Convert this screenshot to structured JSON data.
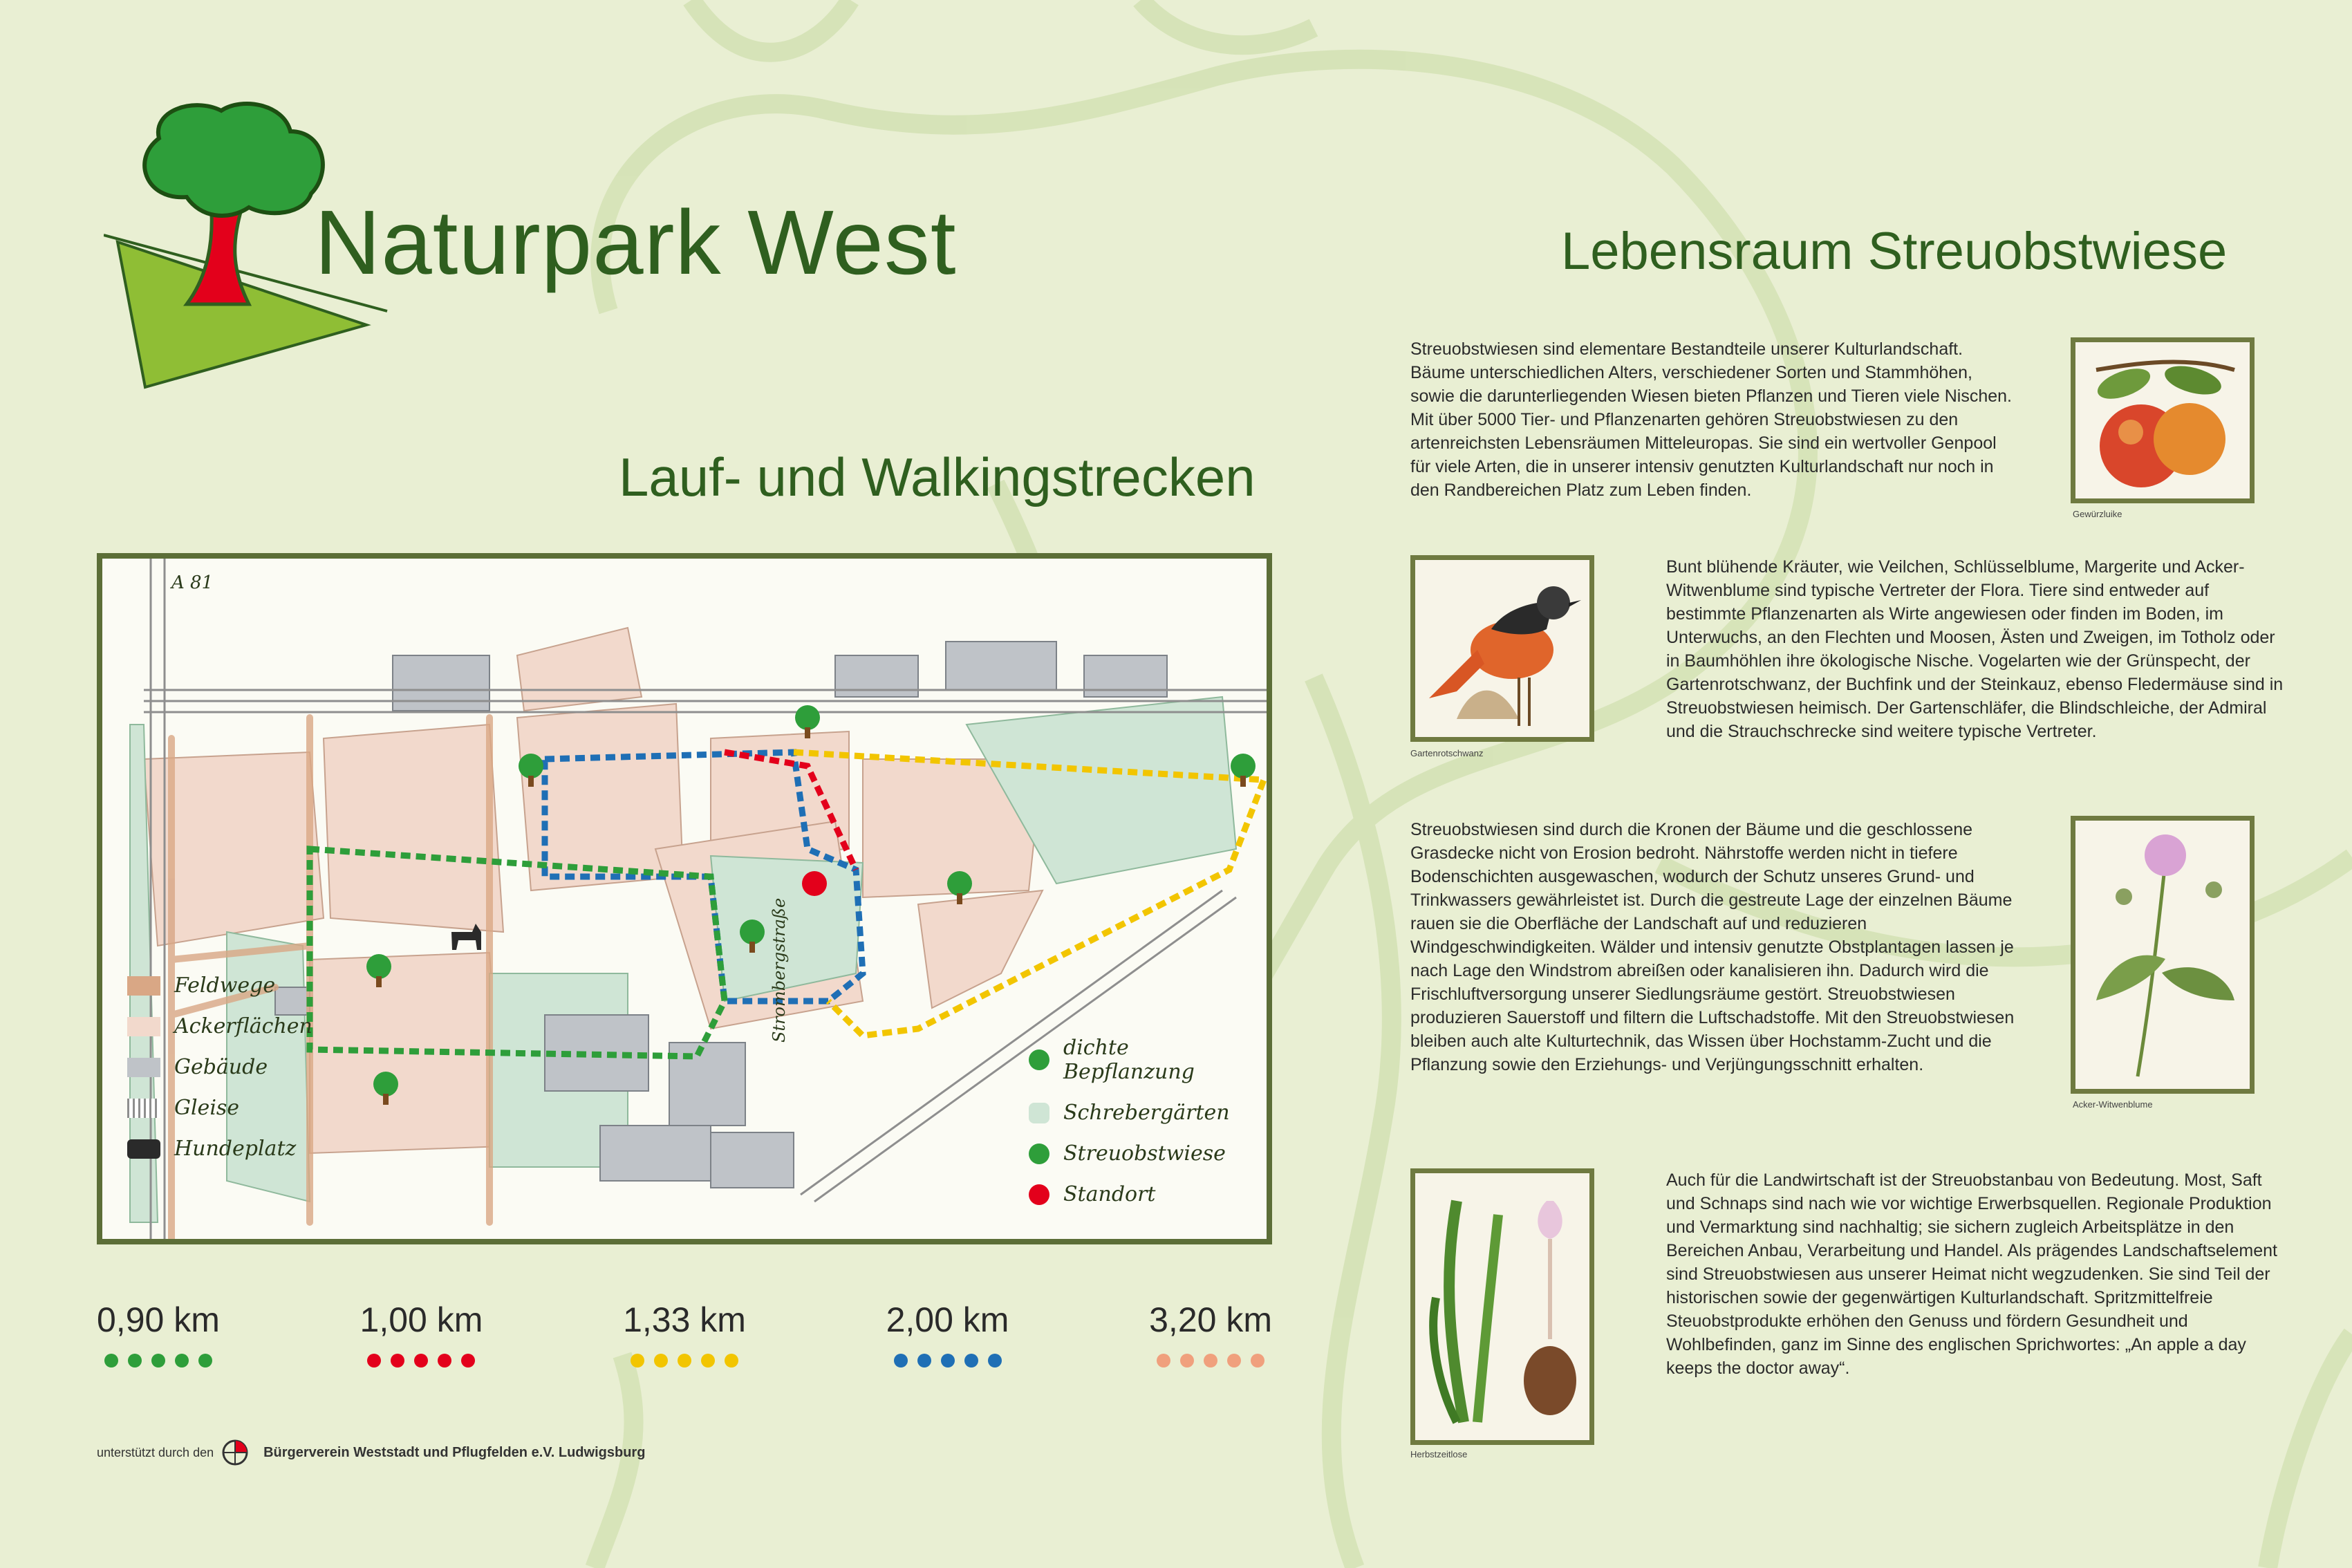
{
  "brand": {
    "name": "Naturpark West"
  },
  "topic": {
    "title": "Lebensraum Streuobstwiese"
  },
  "section": {
    "title": "Lauf- und Walkingstrecken"
  },
  "map": {
    "legend_left": [
      "Feldwege",
      "Ackerflächen",
      "Gebäude",
      "Gleise",
      "Hundeplatz"
    ],
    "legend_right": [
      "dichte Bepflanzung",
      "Schrebergärten",
      "Streuobstwiese",
      "Standort"
    ],
    "labels": {
      "highway": "A 81",
      "street": "Strombergstraße"
    },
    "colors": {
      "feldwege": "#d9a785",
      "acker": "#f2d9cc",
      "gebaeude": "#bfc3c8",
      "gleise": "#9e9e9e",
      "standort": "#e3001b"
    }
  },
  "distances": [
    {
      "label": "0,90 km",
      "color": "#2e9e3a"
    },
    {
      "label": "1,00 km",
      "color": "#e3001b"
    },
    {
      "label": "1,33 km",
      "color": "#f2c500"
    },
    {
      "label": "2,00 km",
      "color": "#1f6fb5"
    },
    {
      "label": "3,20 km",
      "color": "#f0a07d"
    }
  ],
  "sponsor": {
    "prefix": "unterstützt durch den",
    "org": "Bürgerverein Weststadt und Pflugfelden e.V. Ludwigsburg"
  },
  "texts": {
    "p1": "Streuobstwiesen sind elementare Bestandteile unserer Kulturlandschaft. Bäume unterschiedlichen Alters, verschiedener Sorten und Stammhöhen, sowie die darunterliegenden Wiesen bieten Pflanzen und Tieren viele Nischen. Mit über 5000 Tier- und Pflanzenarten gehören Streuobstwiesen zu den artenreichsten Lebensräumen Mitteleuropas. Sie sind ein wertvoller Genpool für viele Arten, die in unserer intensiv genutzten Kulturlandschaft nur noch in den Randbereichen Platz zum Leben finden.",
    "p2": "Bunt blühende Kräuter, wie Veilchen, Schlüsselblume, Margerite und Acker-Witwenblume sind typische Vertreter der Flora. Tiere sind entweder auf bestimmte Pflanzenarten als Wirte angewiesen oder finden im Boden, im Unterwuchs, an den Flechten und Moosen, Ästen und Zweigen, im Totholz oder in Baumhöhlen ihre ökologische Nische. Vogelarten wie der Grünspecht, der Gartenrotschwanz, der Buchfink und der Steinkauz, ebenso Fledermäuse sind in Streuobstwiesen heimisch. Der Gartenschläfer, die Blindschleiche, der Admiral und die Strauchschrecke sind weitere typische Vertreter.",
    "p3": "Streuobstwiesen sind durch die Kronen der Bäume und die geschlossene Grasdecke nicht von Erosion bedroht. Nährstoffe werden nicht in tiefere Bodenschichten ausgewaschen, wodurch der Schutz unseres Grund- und Trinkwassers gewährleistet ist. Durch die gestreute Lage der einzelnen Bäume rauen sie die Oberfläche der Landschaft auf und reduzieren Windgeschwindigkeiten. Wälder und intensiv genutzte Obstplantagen lassen je nach Lage den Windstrom abreißen oder kanalisieren ihn. Dadurch wird die Frischluftversorgung unserer Siedlungsräume gestört. Streuobstwiesen produzieren Sauerstoff und filtern die Luftschadstoffe. Mit den Streuobstwiesen bleiben auch alte Kulturtechnik, das Wissen über Hochstamm-Zucht und die Pflanzung sowie den Erziehungs- und Verjüngungsschnitt erhalten.",
    "p4": "Auch für die Landwirtschaft ist der Streuobstanbau von Bedeutung. Most, Saft und Schnaps sind nach wie vor wichtige Erwerbsquellen. Regionale Produktion und Vermarktung sind nachhaltig; sie sichern zugleich Arbeitsplätze in den Bereichen Anbau, Verarbeitung und Handel. Als prägendes Landschaftselement sind Streuobstwiesen aus unserer Heimat nicht wegzudenken. Sie sind Teil der historischen sowie der gegenwärtigen Kulturlandschaft. Spritzmittelfreie Steuobstprodukte erhöhen den Genuss und fördern Gesundheit und Wohlbefinden, ganz im Sinne des englischen Sprichwortes: „An apple a day keeps the doctor away“."
  },
  "captions": {
    "c1": "Gewürzluike",
    "c2": "Gartenrotschwanz",
    "c3": "Acker-Witwenblume",
    "c4": "Herbstzeitlose"
  }
}
